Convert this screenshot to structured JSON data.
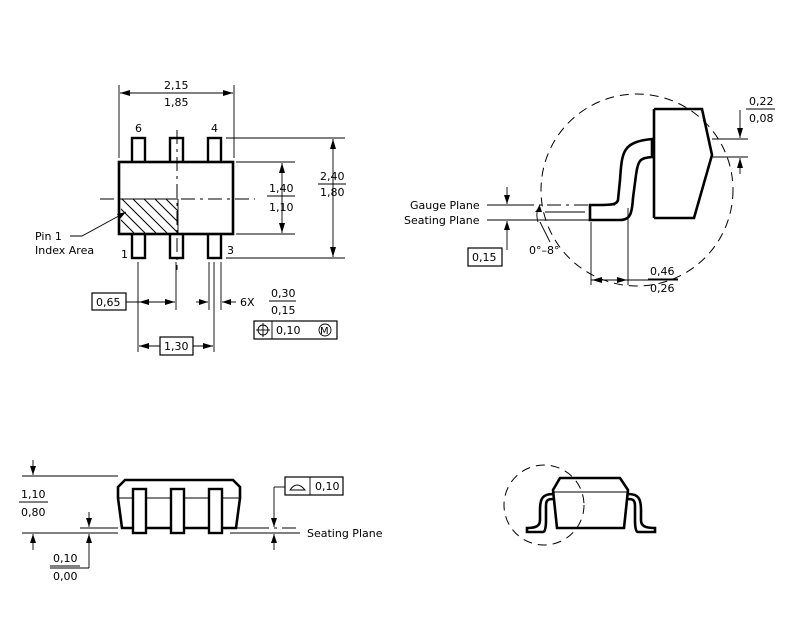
{
  "top_view": {
    "body_width_max": "2,15",
    "body_width_min": "1,85",
    "overall_height_max": "2,40",
    "overall_height_min": "1,80",
    "body_height_max": "1,40",
    "body_height_min": "1,10",
    "pin_pitch": "0,65",
    "pin_span": "1,30",
    "lead_width_prefix": "6X",
    "lead_width_max": "0,30",
    "lead_width_min": "0,15",
    "position_tolerance": "0,10",
    "pin_labels": {
      "pin1": "1",
      "pin3": "3",
      "pin4": "4",
      "pin6": "6"
    },
    "pin1_note_line1": "Pin 1",
    "pin1_note_line2": "Index Area"
  },
  "lead_detail": {
    "standoff_max": "0,22",
    "standoff_min": "0,08",
    "gauge_plane": "Gauge Plane",
    "seating_plane": "Seating Plane",
    "gauge_height": "0,15",
    "angle": "0°–8°",
    "foot_length_max": "0,46",
    "foot_length_min": "0,26"
  },
  "side_view": {
    "height_max": "1,10",
    "height_min": "0,80",
    "standoff_max": "0,10",
    "standoff_min": "0,00",
    "coplanarity": "0,10",
    "seating_plane": "Seating Plane"
  },
  "end_view": {}
}
